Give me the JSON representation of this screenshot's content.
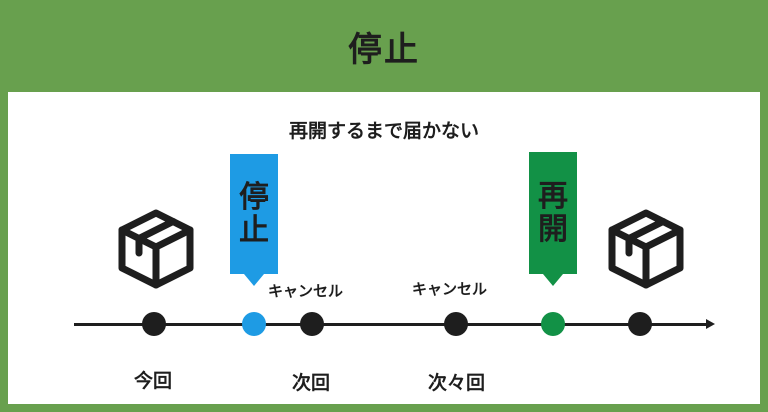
{
  "header": {
    "title": "停止"
  },
  "subtitle": "再開するまで届かない",
  "flags": {
    "stop": {
      "chars": [
        "停",
        "止"
      ],
      "color": "#1e9be4"
    },
    "resume": {
      "chars": [
        "再",
        "開"
      ],
      "color": "#129146"
    }
  },
  "cancel_labels": [
    "キャンセル",
    "キャンセル"
  ],
  "timeline_labels": {
    "current": "今回",
    "next": "次回",
    "after_next": "次々回"
  },
  "icons": [
    "package-box-icon",
    "package-box-icon"
  ],
  "colors": {
    "header_background": "#68a04e",
    "stop_dot": "#1e9be4",
    "resume_dot": "#129146",
    "regular_dot": "#1e1e1e"
  }
}
